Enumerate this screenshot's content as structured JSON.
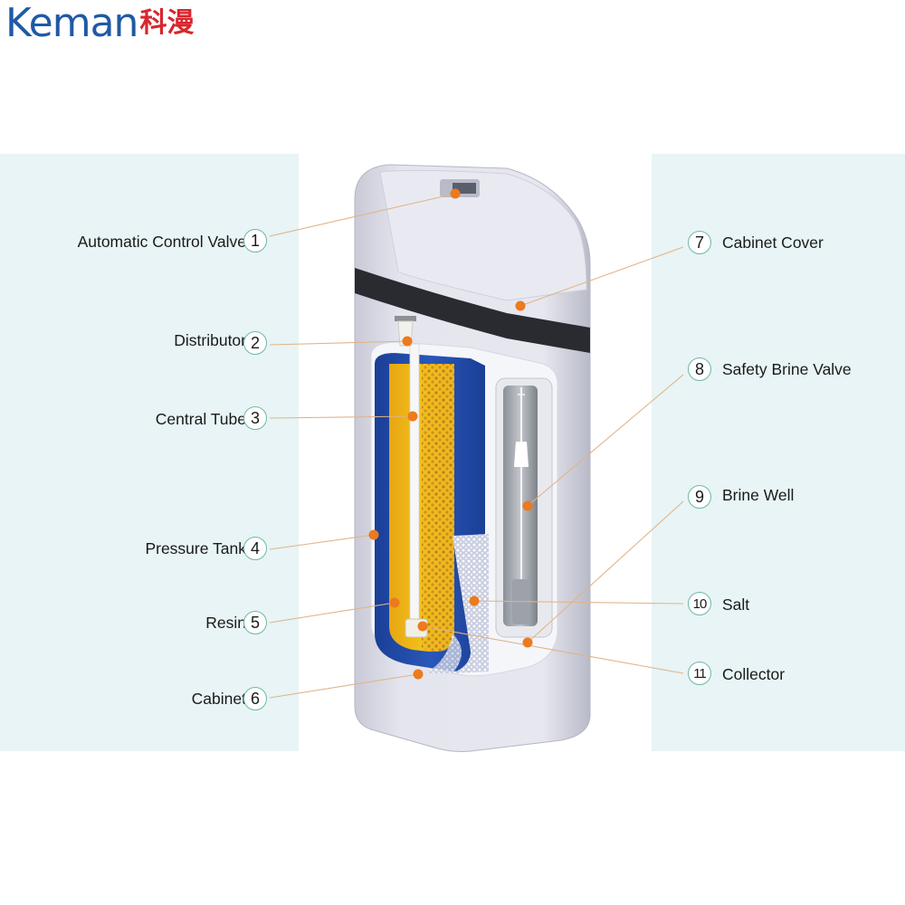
{
  "logo": {
    "brand": "Keman",
    "brand_cn": "科漫",
    "brand_color": "#1f5aa6",
    "cn_color": "#d8262e"
  },
  "colors": {
    "panel_bg": "#e8f4f5",
    "leader_line": "#e0b48a",
    "dot": "#ec7a1e",
    "badge_border": "#6fb8a6"
  },
  "parts": [
    {
      "num": "1",
      "label": "Automatic Control Valve",
      "side": "left"
    },
    {
      "num": "2",
      "label": "Distributor",
      "side": "left"
    },
    {
      "num": "3",
      "label": "Central Tube",
      "side": "left"
    },
    {
      "num": "4",
      "label": "Pressure Tank",
      "side": "left"
    },
    {
      "num": "5",
      "label": "Resin",
      "side": "left"
    },
    {
      "num": "6",
      "label": "Cabinet",
      "side": "left"
    },
    {
      "num": "7",
      "label": "Cabinet Cover",
      "side": "right"
    },
    {
      "num": "8",
      "label": "Safety Brine Valve",
      "side": "right"
    },
    {
      "num": "9",
      "label": "Brine Well",
      "side": "right"
    },
    {
      "num": "10",
      "label": "Salt",
      "side": "right"
    },
    {
      "num": "11",
      "label": "Collector",
      "side": "right"
    }
  ]
}
